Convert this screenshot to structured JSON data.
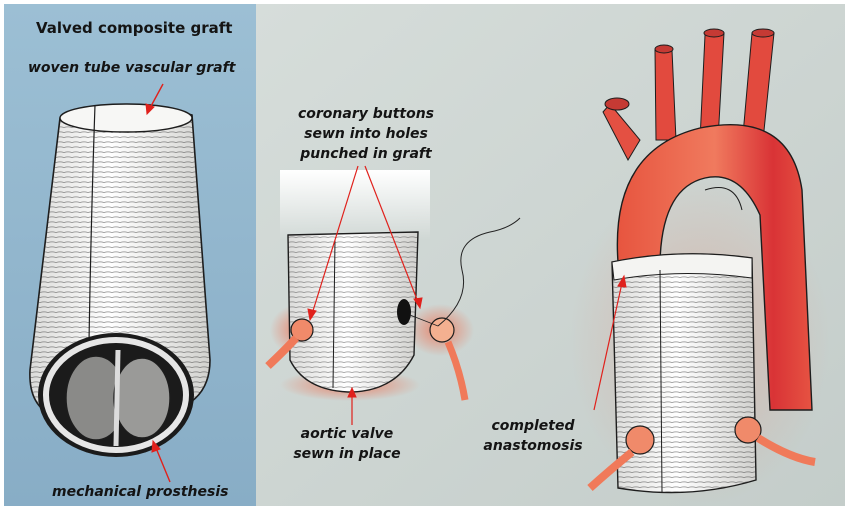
{
  "left_panel": {
    "title": "Valved composite graft",
    "graft_label": "woven tube vascular graft",
    "prosthesis_label": "mechanical prosthesis"
  },
  "middle_panel": {
    "buttons_label": [
      "coronary buttons",
      "sewn into holes",
      "punched in graft"
    ],
    "valve_label": [
      "aortic valve",
      "sewn in place"
    ]
  },
  "right_panel": {
    "anastomosis_label": [
      "completed",
      "anastomosis"
    ]
  },
  "colors": {
    "left_bg": "#8fb4cc",
    "right_bg": "#cdd5d2",
    "aorta": "#e2463b",
    "arrow": "#e0211c",
    "graft": "#f3f3f1",
    "ink": "#141414"
  }
}
